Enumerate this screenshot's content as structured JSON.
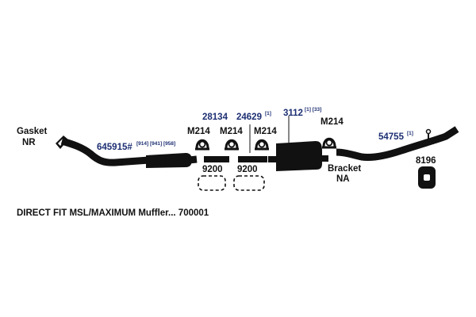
{
  "labels": {
    "gasket_line1": "Gasket",
    "gasket_line2": "NR",
    "part_645915": "645915#",
    "part_645915_notes": "[914] [941] [958]",
    "part_28134": "28134",
    "part_24629": "24629",
    "part_24629_note": "[1]",
    "part_3112": "3112",
    "part_3112_notes": "[1] [33]",
    "clamp_1": "M214",
    "clamp_2": "M214",
    "clamp_3": "M214",
    "clamp_4": "M214",
    "hanger_9200_a": "9200",
    "hanger_9200_b": "9200",
    "bracket_line1": "Bracket",
    "bracket_line2": "NA",
    "part_54755": "54755",
    "part_54755_note": "[1]",
    "part_8196": "8196",
    "footer": "DIRECT FIT MSL/MAXIMUM Muffler... 700001"
  },
  "colors": {
    "part_number_text": "#1d2f73",
    "label_text": "#111111",
    "drawing": "#111111",
    "background": "#ffffff"
  }
}
